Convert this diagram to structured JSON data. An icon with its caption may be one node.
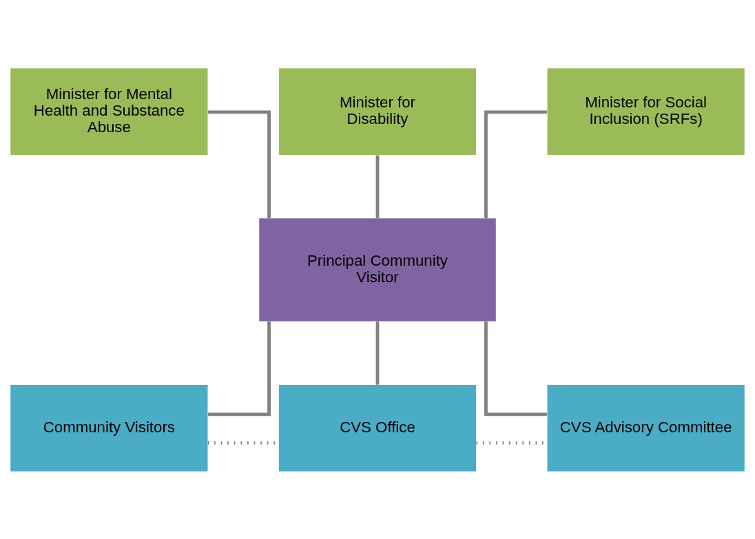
{
  "diagram": {
    "nodes": [
      {
        "text": [
          "Minister for Mental Health and Substance Abuse"
        ]
      },
      {
        "text": [
          "Minister for Disability"
        ]
      },
      {
        "text": [
          "Minister for Social Inclusion (SRFs)"
        ]
      },
      {
        "text": [
          "Principal Community Visitor"
        ]
      },
      {
        "text": [
          "Community Visitors"
        ]
      },
      {
        "text": [
          "CVS Office"
        ]
      },
      {
        "text": [
          "CVS Advisory Committee"
        ]
      }
    ],
    "edges": [
      {
        "from": 0,
        "to": 3,
        "arrow": "none"
      },
      {
        "from": 1,
        "to": 3,
        "arrow": "none"
      },
      {
        "from": 2,
        "to": 3,
        "arrow": "none"
      },
      {
        "from": 3,
        "to": 4,
        "arrow": "none"
      },
      {
        "from": 3,
        "to": 5,
        "arrow": "none"
      },
      {
        "from": 3,
        "to": 6,
        "arrow": "none"
      },
      {
        "from": 4,
        "to": 5,
        "arrow": "none",
        "style": "dashed"
      },
      {
        "from": 5,
        "to": 6,
        "arrow": "none",
        "style": "dashed"
      }
    ]
  }
}
